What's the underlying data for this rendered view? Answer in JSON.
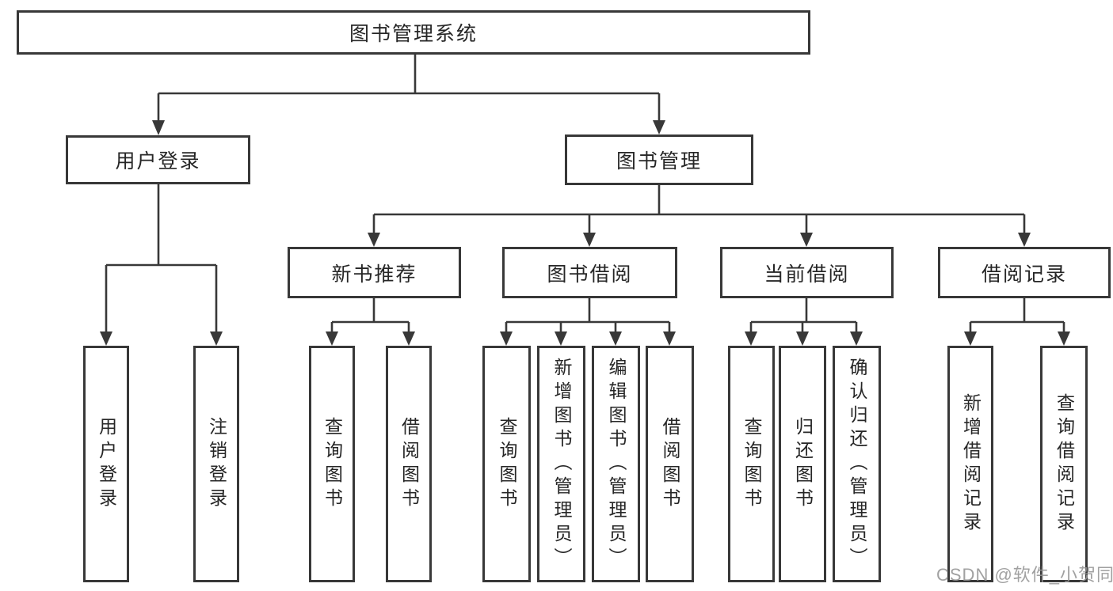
{
  "diagram": {
    "root": {
      "label": "图书管理系统"
    },
    "branches": [
      {
        "label": "用户登录",
        "children": [
          {
            "label": "用户登录"
          },
          {
            "label": "注销登录"
          }
        ]
      },
      {
        "label": "图书管理",
        "children": [
          {
            "label": "新书推荐",
            "children": [
              {
                "label": "查询图书"
              },
              {
                "label": "借阅图书"
              }
            ]
          },
          {
            "label": "图书借阅",
            "children": [
              {
                "label": "查询图书"
              },
              {
                "label": "新增图书（管理员）"
              },
              {
                "label": "编辑图书（管理员）"
              },
              {
                "label": "借阅图书"
              }
            ]
          },
          {
            "label": "当前借阅",
            "children": [
              {
                "label": "查询图书"
              },
              {
                "label": "归还图书"
              },
              {
                "label": "确认归还（管理员）"
              }
            ]
          },
          {
            "label": "借阅记录",
            "children": [
              {
                "label": "新增借阅记录"
              },
              {
                "label": "查询借阅记录"
              }
            ]
          }
        ]
      }
    ],
    "watermark": "CSDN @软件_小贺同学",
    "colors": {
      "line": "#383838",
      "text": "#262626",
      "background": "#ffffff",
      "watermark": "#949494"
    }
  }
}
